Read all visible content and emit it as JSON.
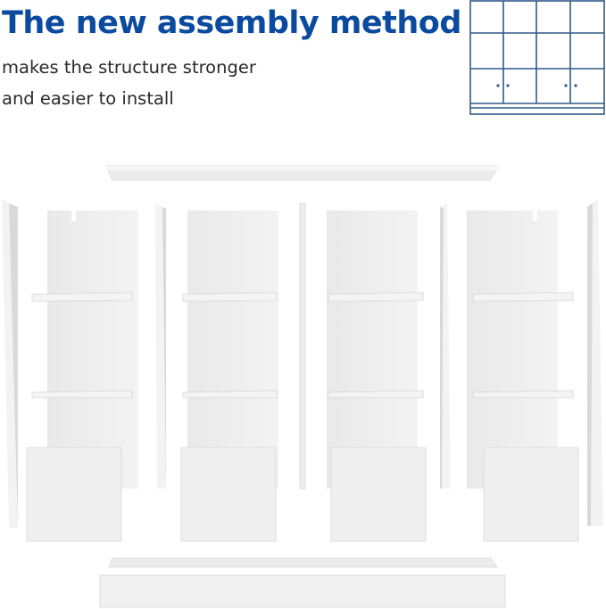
{
  "headline": "The new assembly method",
  "subline_1": "makes the structure stronger",
  "subline_2": "and easier to install",
  "colors": {
    "headline": "#0a4a9f",
    "thumbnail_stroke": "#2f5a8c",
    "panel_face": "#ededed",
    "panel_edge": "#d6d6d6"
  },
  "icons": [
    "cabinet-thumbnail-icon",
    "exploded-bookcase-illustration"
  ]
}
